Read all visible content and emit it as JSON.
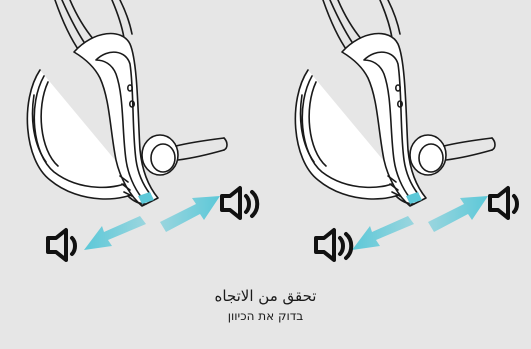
{
  "caption": {
    "arabic": "تحقق من الاتجاه",
    "hebrew": "בדוק את הכיוון"
  },
  "colors": {
    "background": "#e6e6e6",
    "headset_line": "#1a1a1a",
    "headset_body": "#ffffff",
    "arrow_accent": "#5cc8d8",
    "speaker_icon": "#111111"
  },
  "panels": [
    {
      "name": "left",
      "speaker_icons": [
        "speaker-icon",
        "speaker-icon"
      ],
      "arrows": [
        "arrow-toward-speaker",
        "arrow-toward-speaker"
      ]
    },
    {
      "name": "right",
      "speaker_icons": [
        "speaker-icon",
        "speaker-icon"
      ],
      "arrows": [
        "arrow-toward-speaker",
        "arrow-toward-speaker"
      ]
    }
  ]
}
